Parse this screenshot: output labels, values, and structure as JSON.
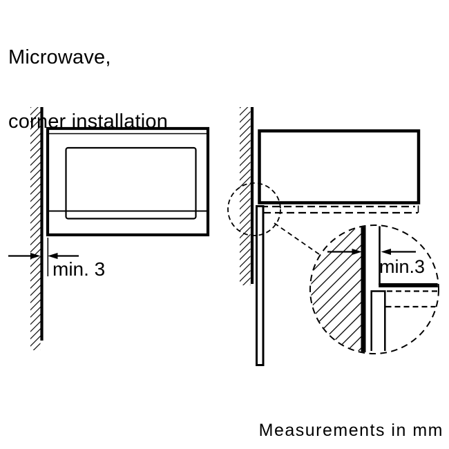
{
  "title": {
    "line1": "Microwave,",
    "line2": "corner installation"
  },
  "views": {
    "front": {
      "clearance_label": "min. 3"
    },
    "detail": {
      "clearance_label": "min.3"
    }
  },
  "caption": "Measurements in mm",
  "colors": {
    "line": "#000000",
    "background": "#ffffff"
  }
}
